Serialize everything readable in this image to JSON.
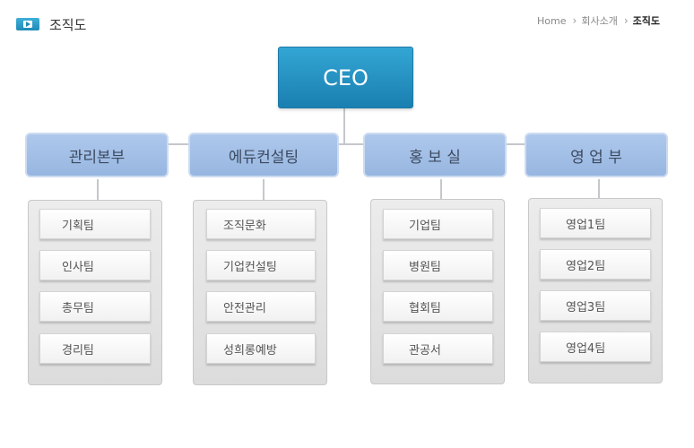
{
  "header": {
    "title": "조직도",
    "breadcrumb": [
      {
        "label": "Home"
      },
      {
        "label": "회사소개"
      },
      {
        "label": "조직도"
      }
    ]
  },
  "org": {
    "top": "CEO",
    "departments": [
      {
        "label": "관리본부",
        "teams": [
          "기획팀",
          "인사팀",
          "총무팀",
          "경리팀"
        ]
      },
      {
        "label": "에듀컨설팅",
        "teams": [
          "조직문화",
          "기업컨설팅",
          "안전관리",
          "성희롱예방"
        ]
      },
      {
        "label": "홍 보 실",
        "teams": [
          "기업팀",
          "병원팀",
          "협회팀",
          "관공서"
        ]
      },
      {
        "label": "영 업 부",
        "teams": [
          "영업1팀",
          "영업2팀",
          "영업3팀",
          "영업4팀"
        ]
      }
    ]
  },
  "colors": {
    "ceo": "#1f8fc4",
    "department": "#a3c0e8",
    "panel": "#e4e4e4",
    "line": "#c4c8cc"
  }
}
